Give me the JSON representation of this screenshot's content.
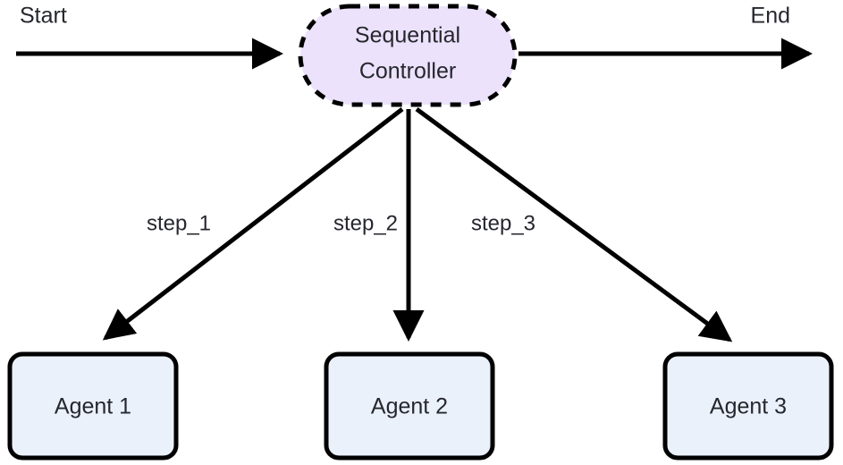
{
  "diagram": {
    "type": "flowchart",
    "orientation": "top-down-fanout",
    "background_color": "#ffffff",
    "text_color": "#26272e",
    "edge_color": "#000000",
    "terminals": {
      "start": {
        "label": "Start"
      },
      "end": {
        "label": "End"
      }
    },
    "controller": {
      "label_line_1": "Sequential",
      "label_line_2": "Controller",
      "shape": "stadium",
      "border_style": "dashed",
      "fill_color": "#ece2fb",
      "stroke_color": "#000000"
    },
    "agents": [
      {
        "label": "Agent 1",
        "fill_color": "#ebf1fb",
        "stroke_color": "#000000"
      },
      {
        "label": "Agent 2",
        "fill_color": "#ebf1fb",
        "stroke_color": "#000000"
      },
      {
        "label": "Agent 3",
        "fill_color": "#ebf1fb",
        "stroke_color": "#000000"
      }
    ],
    "edge_labels": [
      {
        "label": "step_1"
      },
      {
        "label": "step_2"
      },
      {
        "label": "step_3"
      }
    ]
  }
}
